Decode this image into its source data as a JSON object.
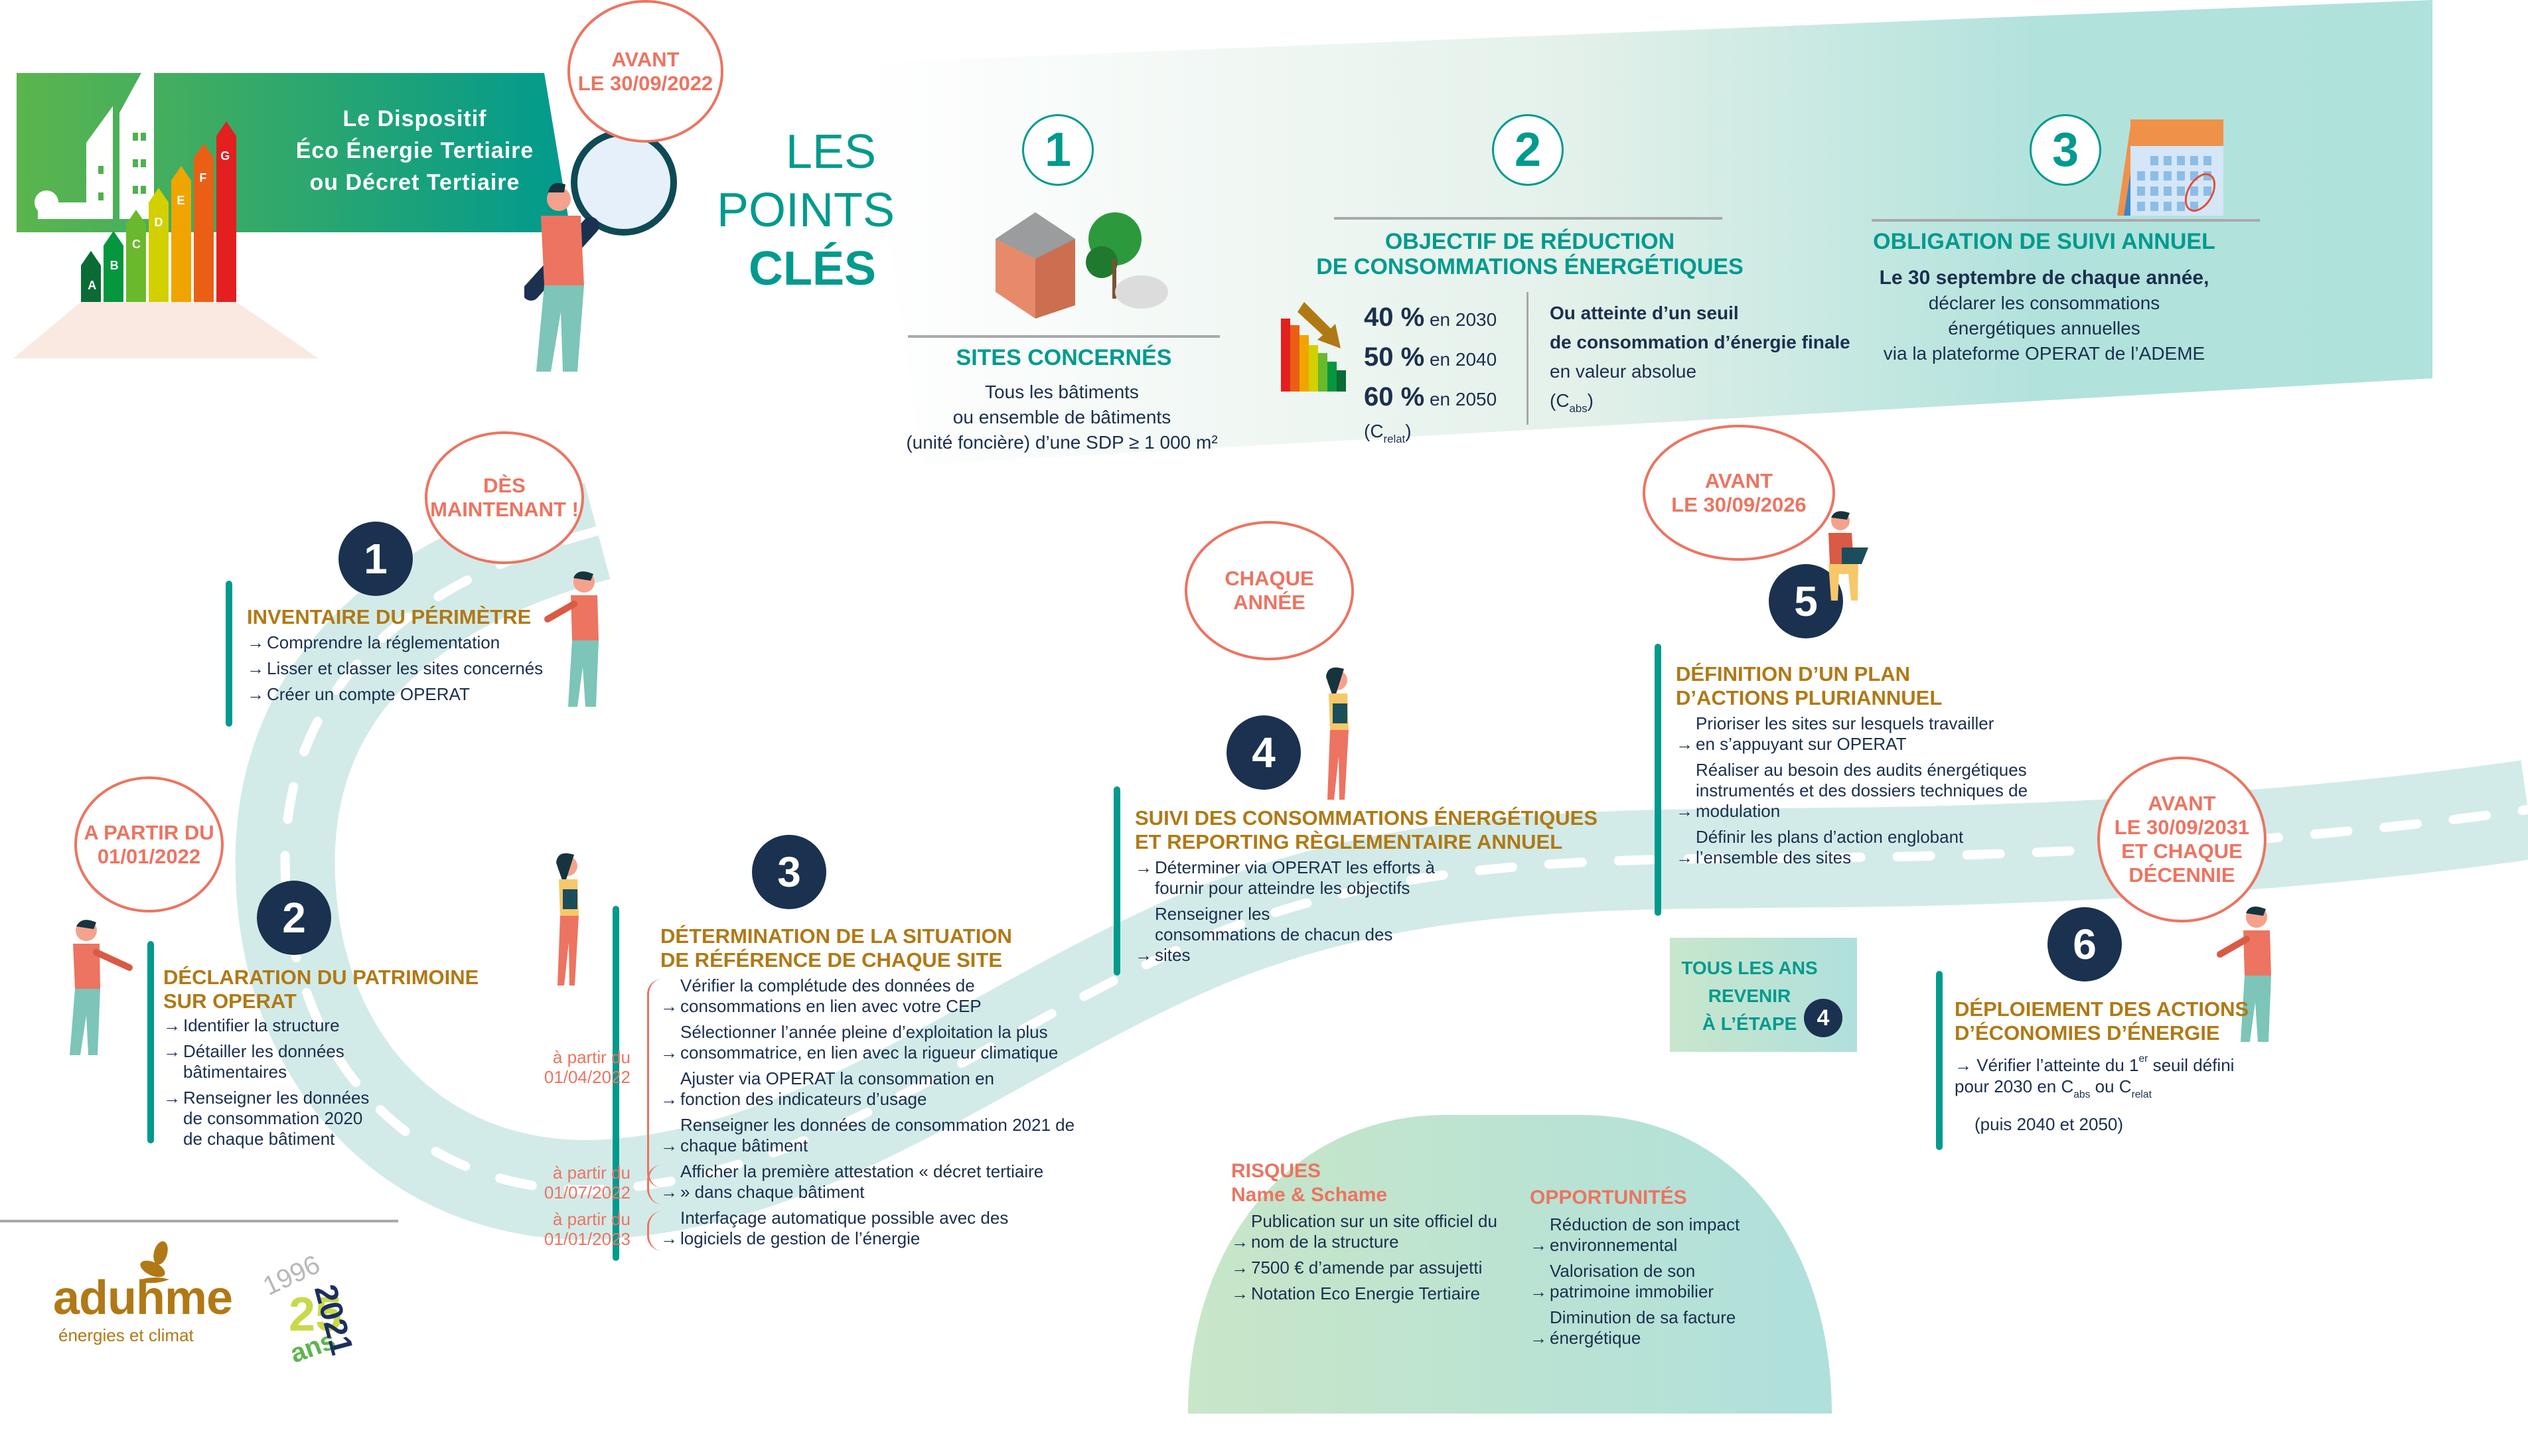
{
  "banner": {
    "title_lines": [
      "Le Dispositif",
      "Éco Énergie Tertiaire",
      "ou Décret Tertiaire"
    ],
    "energy_labels": [
      "A",
      "B",
      "C",
      "D",
      "E",
      "F",
      "G"
    ]
  },
  "key_points": {
    "title_line1": "LES",
    "title_line2": "POINTS",
    "title_line3": "CLÉS",
    "items": [
      {
        "number": "1",
        "title": "SITES CONCERNÉS",
        "text_lines": [
          "Tous les bâtiments",
          "ou ensemble de bâtiments",
          "(unité foncière) d’une SDP ≥ 1 000 m²"
        ]
      },
      {
        "number": "2",
        "title_line1": "OBJECTIF DE RÉDUCTION",
        "title_line2": "DE CONSOMMATIONS ÉNERGÉTIQUES",
        "targets": [
          {
            "pct": "40 %",
            "year": "en 2030"
          },
          {
            "pct": "50 %",
            "year": "en 2040"
          },
          {
            "pct": "60 %",
            "year": "en 2050"
          }
        ],
        "relat_label": "(C",
        "relat_sub": "relat",
        "close_paren": ")",
        "alt_line1": "Ou atteinte d’un seuil",
        "alt_line2": "de consommation d’énergie finale",
        "alt_line3": "en valeur absolue",
        "abs_label": "(C",
        "abs_sub": "abs"
      },
      {
        "number": "3",
        "title": "OBLIGATION DE SUIVI ANNUEL",
        "bold_line": "Le 30 septembre de chaque année,",
        "text_lines": [
          "déclarer les consommations",
          "énergétiques annuelles",
          "via la plateforme OPERAT de l’ADEME"
        ]
      }
    ]
  },
  "steps": [
    {
      "number": "1",
      "bubble": [
        "DÈS",
        "MAINTENANT !"
      ],
      "title_lines": [
        "INVENTAIRE DU PÉRIMÈTRE"
      ],
      "items": [
        "Comprendre la réglementation",
        "Lisser et classer les sites concernés",
        "Créer un compte OPERAT"
      ]
    },
    {
      "number": "2",
      "bubble": [
        "A PARTIR DU",
        "01/01/2022"
      ],
      "title_lines": [
        "DÉCLARATION DU PATRIMOINE",
        "SUR OPERAT"
      ],
      "items": [
        "Identifier la structure",
        "Détailler les données bâtimentaires",
        "Renseigner les données de consommation 2020 de chaque bâtiment"
      ]
    },
    {
      "number": "3",
      "bubble": [
        "AVANT",
        "LE 30/09/2022"
      ],
      "title_lines": [
        "DÉTERMINATION DE LA SITUATION",
        "DE RÉFÉRENCE DE CHAQUE SITE"
      ],
      "items": [
        "Vérifier la complétude des données de consommations en lien avec votre CEP",
        "Sélectionner l’année pleine d’exploitation la plus consommatrice, en lien avec la rigueur climatique",
        "Ajuster via OPERAT la consommation en fonction des indicateurs d’usage",
        "Renseigner les données de consommation 2021 de chaque bâtiment",
        "Afficher la première attestation « décret tertiaire » dans chaque bâtiment",
        "Interfaçage automatique possible avec des logiciels de gestion de l’énergie"
      ],
      "date_notes": [
        {
          "line1": "à partir du",
          "line2": "01/04/2022"
        },
        {
          "line1": "à partir du",
          "line2": "01/07/2022"
        },
        {
          "line1": "à partir du",
          "line2": "01/01/2023"
        }
      ]
    },
    {
      "number": "4",
      "bubble": [
        "CHAQUE",
        "ANNÉE"
      ],
      "title_lines": [
        "SUIVI DES CONSOMMATIONS ÉNERGÉTIQUES",
        "ET REPORTING RÈGLEMENTAIRE ANNUEL"
      ],
      "items": [
        "Déterminer via OPERAT les efforts à fournir pour atteindre les objectifs",
        "Renseigner les consommations de chacun des sites"
      ]
    },
    {
      "number": "5",
      "bubble": [
        "AVANT",
        "LE 30/09/2026"
      ],
      "title_lines": [
        "DÉFINITION D’UN PLAN",
        "D’ACTIONS PLURIANNUEL"
      ],
      "items": [
        "Prioriser les sites sur lesquels travailler en s’appuyant sur OPERAT",
        "Réaliser au besoin des audits énergétiques instrumentés et des dossiers techniques de modulation",
        "Définir les plans d’action englobant l’ensemble des sites"
      ]
    },
    {
      "number": "6",
      "bubble": [
        "AVANT",
        "LE 30/09/2031",
        "ET CHAQUE",
        "DÉCENNIE"
      ],
      "title_lines": [
        "DÉPLOIEMENT DES ACTIONS",
        "D’ÉCONOMIES D’ÉNERGIE"
      ],
      "item_pre": "Vérifier l’atteinte du 1",
      "item_sup": "er",
      "item_mid": " seuil défini pour 2030 en C",
      "item_sub1": "abs",
      "item_or": " ou C",
      "item_sub2": "relat",
      "item_after": "(puis 2040 et 2050)"
    }
  ],
  "loop_box": {
    "line1": "TOUS LES ANS",
    "line2": "REVENIR",
    "line3": "À L’ÉTAPE",
    "step_ref": "4"
  },
  "risks": {
    "title_line1": "RISQUES",
    "title_line2": "Name & Schame",
    "items": [
      "Publication sur un site officiel du nom de la structure",
      "7500 € d’amende par assujetti",
      "Notation Eco Energie Tertiaire"
    ]
  },
  "opportunities": {
    "title": "OPPORTUNITÉS",
    "items": [
      "Réduction de son impact environnemental",
      "Valorisation de son patrimoine immobilier",
      "Diminution de sa facture énergétique"
    ]
  },
  "footer": {
    "logo_name": "aduhme",
    "logo_tagline": "énergies et climat",
    "anniversary_start": "1996",
    "anniversary_end": "2021",
    "anniversary_years": "25",
    "anniversary_unit": "ans"
  },
  "arrow_glyph": "→",
  "colors": {
    "teal": "#009a8e",
    "navy": "#1b3150",
    "coral": "#ec7461",
    "ochre": "#b07915",
    "road": "#d2ebe8"
  }
}
